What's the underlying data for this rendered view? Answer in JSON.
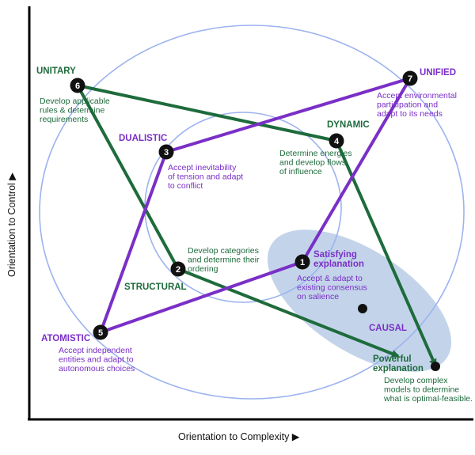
{
  "axes": {
    "x_label": "Orientation to Complexity ▶",
    "y_label": "Orientation to Control ▶"
  },
  "colors": {
    "green": "#1e6b3c",
    "purple": "#7a2fc6",
    "circle": "#9db3ef",
    "ellipse": "#b9cde6",
    "node": "#111111"
  },
  "nodes": {
    "n1": {
      "number": "1",
      "label": "Satisfying\nexplanation",
      "desc": "Accept & adapt to\nexisting consensus\non salience"
    },
    "n2": {
      "number": "2",
      "label": "STRUCTURAL",
      "desc": "Develop categories\nand determine their\nordering"
    },
    "n3": {
      "number": "3",
      "label": "DUALISTIC",
      "desc": "Accept inevitability\nof tension and adapt\nto conflict"
    },
    "n4": {
      "number": "4",
      "label": "DYNAMIC",
      "desc": "Determine energies\nand develop flows\nof influence"
    },
    "n5": {
      "number": "5",
      "label": "ATOMISTIC",
      "desc": "Accept independent\nentities and adapt to\nautonomous choices"
    },
    "n6": {
      "number": "6",
      "label": "UNITARY",
      "desc": "Develop applicable\nrules & determine\nrequirements"
    },
    "n7": {
      "number": "7",
      "label": "UNIFIED",
      "desc": "Accept environmental\nparticipation and\nadapt to its needs"
    },
    "powerful": {
      "label": "Powerful\nexplanation",
      "desc": "Develop complex\nmodels to determine\nwhat is optimal-feasible."
    },
    "causal": {
      "label": "CAUSAL"
    }
  }
}
